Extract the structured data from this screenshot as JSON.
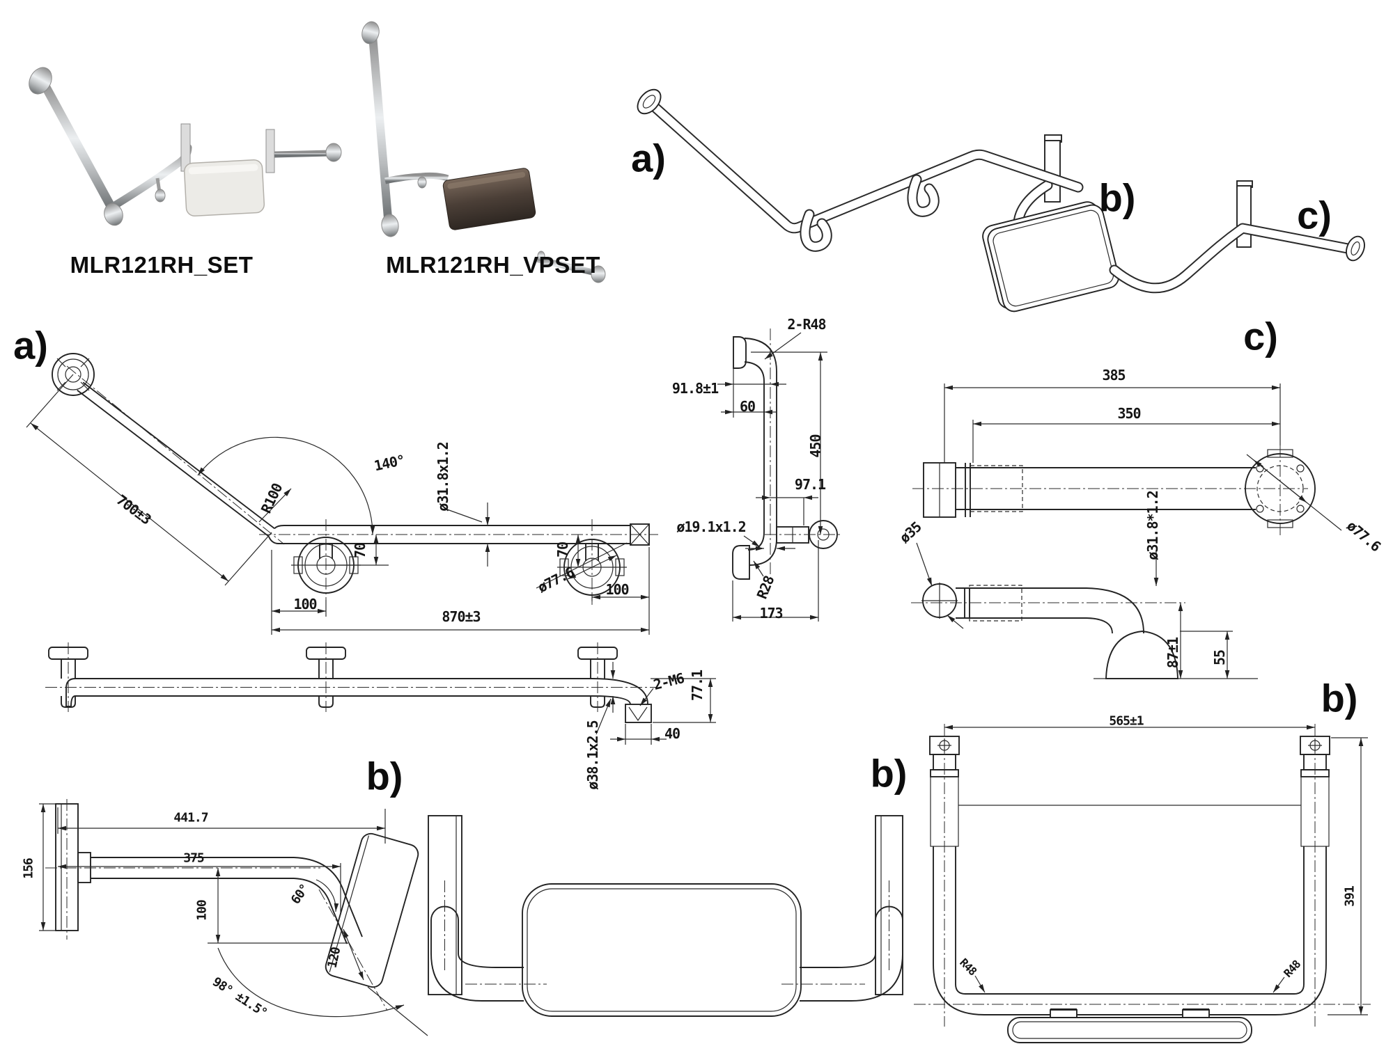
{
  "products": {
    "set": {
      "label": "MLR121RH_SET"
    },
    "vpset": {
      "label": "MLR121RH_VPSET"
    }
  },
  "callouts": {
    "a": "a)",
    "b": "b)",
    "c": "c)"
  },
  "drawing_a": {
    "length_diagonal": "700±3",
    "bend_angle": "140°",
    "bend_radius": "R100",
    "tube_spec": "ø31.8x1.2",
    "flange_offset_left": "70",
    "flange_offset_right": "70",
    "flange_inset_left": "100",
    "flange_inset_right": "100",
    "flange_diameter": "ø77.6",
    "length_total": "870±3"
  },
  "drawing_a_side": {
    "corner_radius": "2-R48",
    "wall_offset": "91.8±1",
    "stub_offset": "60",
    "drop_height": "450",
    "socket_offset": "97.1",
    "tube_spec": "ø19.1x1.2",
    "bend_radius": "R28",
    "depth": "173"
  },
  "drawing_a_rear": {
    "thread": "2-M6",
    "end_height": "77.1",
    "end_width": "40",
    "tube_spec": "ø38.1x2.5"
  },
  "drawing_c": {
    "length_overall": "385",
    "length_grip": "350",
    "flange_diameter": "ø77.6",
    "grip_diameter": "ø35",
    "tube_spec": "ø31.8*1.2",
    "base_height": "87±1",
    "base_inner_height": "55"
  },
  "drawing_b_side": {
    "length_overall": "441.7",
    "length_tube": "375",
    "plate_height": "156",
    "drop": "100",
    "bend_angle": "60°",
    "pad_length": "120",
    "pad_angle": "98° ±1.5°"
  },
  "drawing_b_top": {
    "width": "565±1",
    "depth": "391",
    "radius_left": "R48",
    "radius_right": "R48"
  }
}
